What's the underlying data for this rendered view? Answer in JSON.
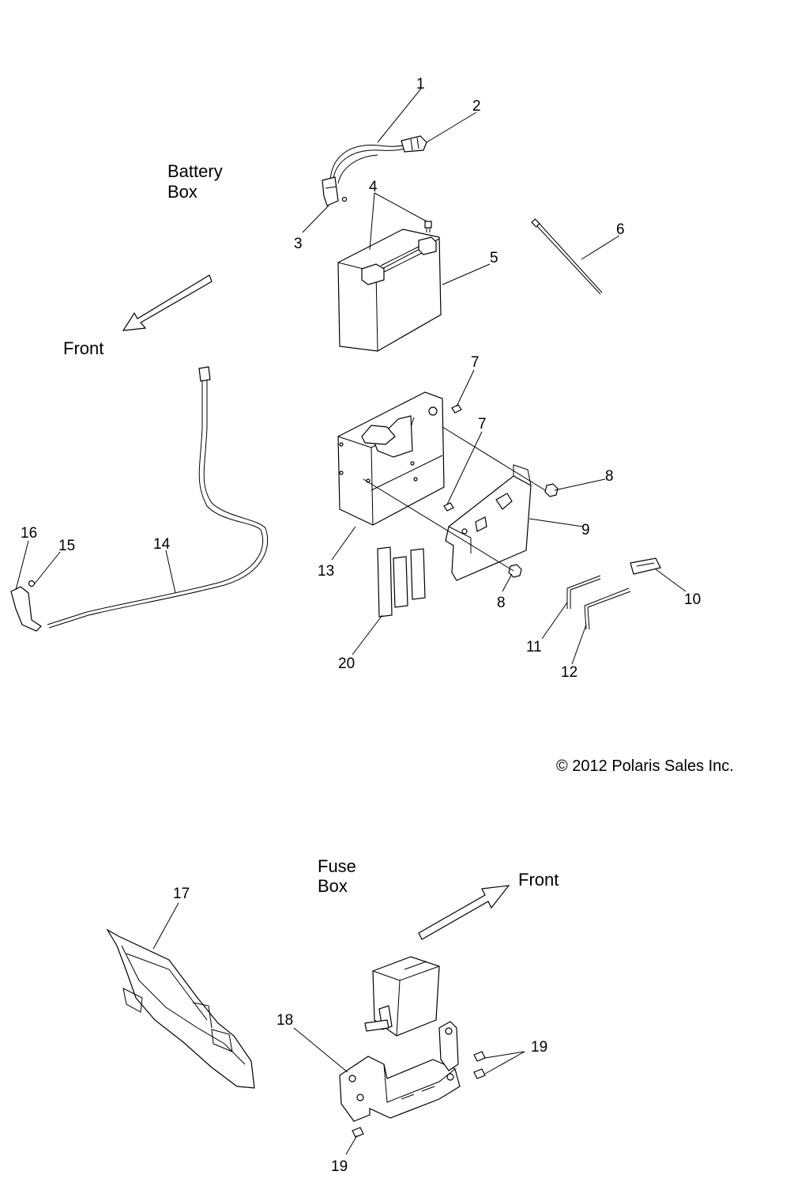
{
  "sections": {
    "battery_box_label": [
      "Battery",
      "Box"
    ],
    "fuse_box_label": [
      "Fuse",
      "Box"
    ],
    "front_label_top": "Front",
    "front_label_bottom": "Front"
  },
  "callouts": {
    "c1": "1",
    "c2": "2",
    "c3": "3",
    "c4": "4",
    "c5": "5",
    "c6": "6",
    "c7a": "7",
    "c7b": "7",
    "c8a": "8",
    "c8b": "8",
    "c9": "9",
    "c10": "10",
    "c11": "11",
    "c12": "12",
    "c13": "13",
    "c14": "14",
    "c15": "15",
    "c16": "16",
    "c17": "17",
    "c18": "18",
    "c19a": "19",
    "c19b": "19",
    "c20": "20"
  },
  "copyright": "© 2012 Polaris Sales Inc."
}
